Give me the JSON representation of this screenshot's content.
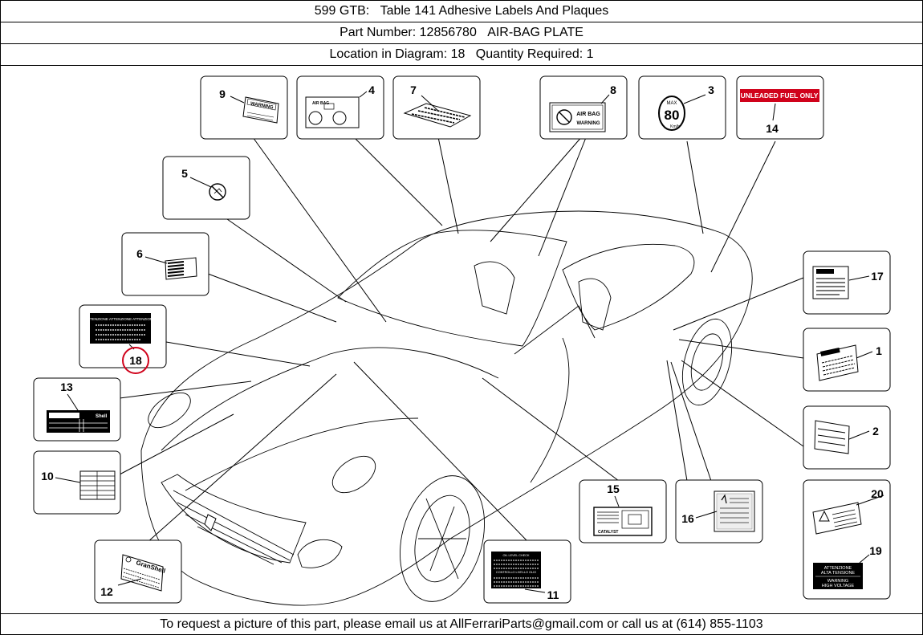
{
  "header": {
    "model": "599 GTB:",
    "table": "Table 141 Adhesive Labels And Plaques",
    "part_number_label": "Part Number: 12856780",
    "part_name": "AIR-BAG PLATE",
    "location_label": "Location in Diagram: 18",
    "quantity_label": "Quantity Required: 1"
  },
  "diagram": {
    "selected_callout": "18",
    "highlight_color": "#d0021b",
    "callouts": {
      "c1": "1",
      "c2": "2",
      "c3": "3",
      "c4": "4",
      "c5": "5",
      "c6": "6",
      "c7": "7",
      "c8": "8",
      "c9": "9",
      "c10": "10",
      "c11": "11",
      "c12": "12",
      "c13": "13",
      "c14": "14",
      "c15": "15",
      "c16": "16",
      "c17": "17",
      "c18": "18",
      "c19": "19",
      "c20": "20"
    },
    "label_texts": {
      "unleaded": "UNLEADED FUEL ONLY",
      "warning": "WARNING",
      "air_bag": "AIR BAG",
      "air_bag_small": "AIR BAG",
      "max": "MAX",
      "speed": "80",
      "kmh": "Km/h",
      "attenzione": "ATTENZIONE  ATTENZIONE  ATTENZIONE",
      "attenzione_19": "ATTENZIONE",
      "alta_tensione": "ALTA TENSIONE",
      "warning_19": "WARNING",
      "high_voltage": "HIGH VOLTAGE",
      "shell": "Shell",
      "granshell": "GranShell",
      "oil_level": "OIL LEVEL CHECK",
      "controllo": "CONTROLLO LIVELLO OLIO",
      "catalyst": "CATALYST"
    }
  },
  "footer": {
    "text": "To request a picture of this part, please email us at AllFerrariParts@gmail.com or call us at (614) 855-1103"
  }
}
